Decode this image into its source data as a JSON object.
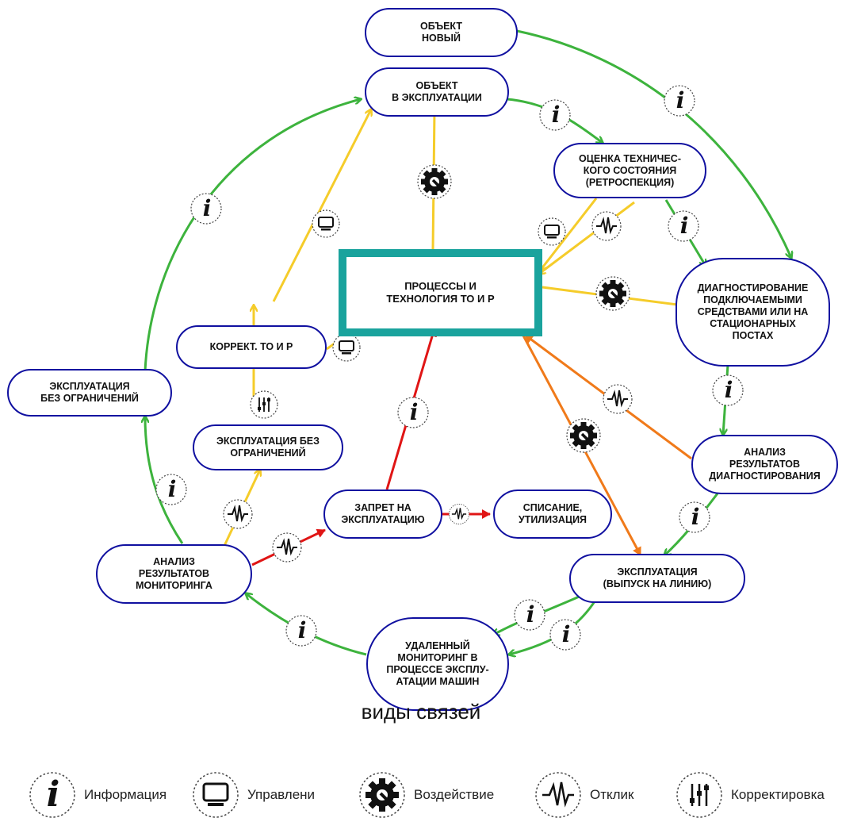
{
  "nodes": {
    "obj_new": "ОБЪЕКТ\nНОВЫЙ",
    "obj_exp": "ОБЪЕКТ\nВ ЭКСПЛУАТАЦИИ",
    "assess": "ОЦЕНКА ТЕХНИЧЕС-\nКОГО СОСТОЯНИЯ\n(РЕТРОСПЕКЦИЯ)",
    "center": "ПРОЦЕССЫ И\nТЕХНОЛОГИЯ ТО И Р",
    "diag": "ДИАГНОСТИРОВАНИЕ\nПОДКЛЮЧАЕМЫМИ\nСРЕДСТВАМИ ИЛИ НА\nСТАЦИОНАРНЫХ\nПОСТАХ",
    "analysis_diag": "АНАЛИЗ\nРЕЗУЛЬТАТОВ\nДИАГНОСТИРОВАНИЯ",
    "exp_line": "ЭКСПЛУАТАЦИЯ\n(ВЫПУСК НА ЛИНИЮ)",
    "remote": "УДАЛЕННЫЙ\nМОНИТОРИНГ В\nПРОЦЕССЕ ЭКСПЛУ-\nАТАЦИИ МАШИН",
    "analysis_mon": "АНАЛИЗ\nРЕЗУЛЬТАТОВ\nМОНИТОРИНГА",
    "ban": "ЗАПРЕТ НА\nЭКСПЛУАТАЦИЮ",
    "writeoff": "СПИСАНИЕ,\nУТИЛИЗАЦИЯ",
    "exp_free_inner": "ЭКСПЛУАТАЦИЯ БЕЗ\nОГРАНИЧЕНИЙ",
    "correct": "КОРРЕКТ. ТО И Р",
    "exp_free_outer": "ЭКСПЛУАТАЦИЯ\nБЕЗ ОГРАНИЧЕНИЙ"
  },
  "legend": {
    "title": "виды связей",
    "items": [
      {
        "icon": "info-icon",
        "label": "Информация"
      },
      {
        "icon": "monitor-icon",
        "label": "Управлени"
      },
      {
        "icon": "gear-wrench-icon",
        "label": "Воздействие"
      },
      {
        "icon": "pulse-icon",
        "label": "Отклик"
      },
      {
        "icon": "sliders-icon",
        "label": "Корректировка"
      }
    ]
  },
  "colors": {
    "node_border": "#1010a0",
    "center_border": "#1aa39d",
    "information": "#3db33d",
    "control": "#f5cc2a",
    "impact": "#f07a1a",
    "prohibition": "#e01515"
  }
}
